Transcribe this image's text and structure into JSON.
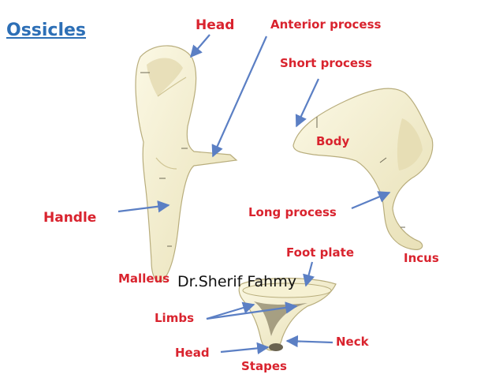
{
  "title": "Ossicles",
  "credit": "Dr.Sherif Fahmy",
  "colors": {
    "title": "#2d6fb6",
    "label": "#d9232e",
    "bone": "#f4efcf",
    "bone_shade": "#d9d2a8",
    "arrow": "#5b7fc4"
  },
  "labels": {
    "malleus_head": "Head",
    "anterior_process": "Anterior process",
    "short_process": "Short process",
    "body": "Body",
    "handle": "Handle",
    "long_process": "Long process",
    "foot_plate": "Foot plate",
    "incus": "Incus",
    "malleus": "Malleus",
    "limbs": "Limbs",
    "neck": "Neck",
    "stapes_head": "Head",
    "stapes": "Stapes"
  }
}
